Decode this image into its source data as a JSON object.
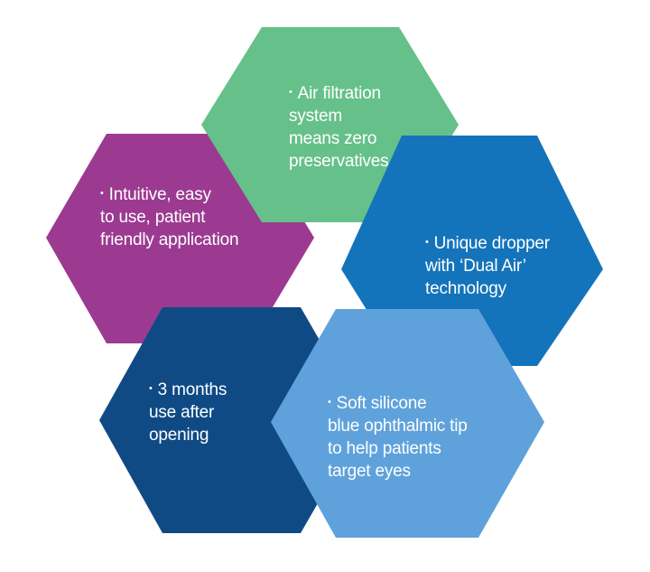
{
  "hexagons": [
    {
      "id": "green",
      "color": "#66c08a",
      "bullet": "•",
      "lines": [
        "Air filtration",
        "system",
        "means zero",
        "preservatives"
      ]
    },
    {
      "id": "purple",
      "color": "#9c3a91",
      "bullet": "•",
      "lines": [
        "Intuitive, easy",
        "to use, patient",
        "friendly application"
      ]
    },
    {
      "id": "blue",
      "color": "#1474bb",
      "bullet": "•",
      "lines": [
        "Unique dropper",
        "with ‘Dual Air’",
        "technology"
      ]
    },
    {
      "id": "navy",
      "color": "#0f4a85",
      "bullet": "•",
      "lines": [
        "3 months",
        "use after",
        "opening"
      ]
    },
    {
      "id": "lightblue",
      "color": "#5fa2db",
      "bullet": "•",
      "lines": [
        "Soft silicone",
        "blue ophthalmic tip",
        "to help patients",
        "target eyes"
      ]
    }
  ]
}
